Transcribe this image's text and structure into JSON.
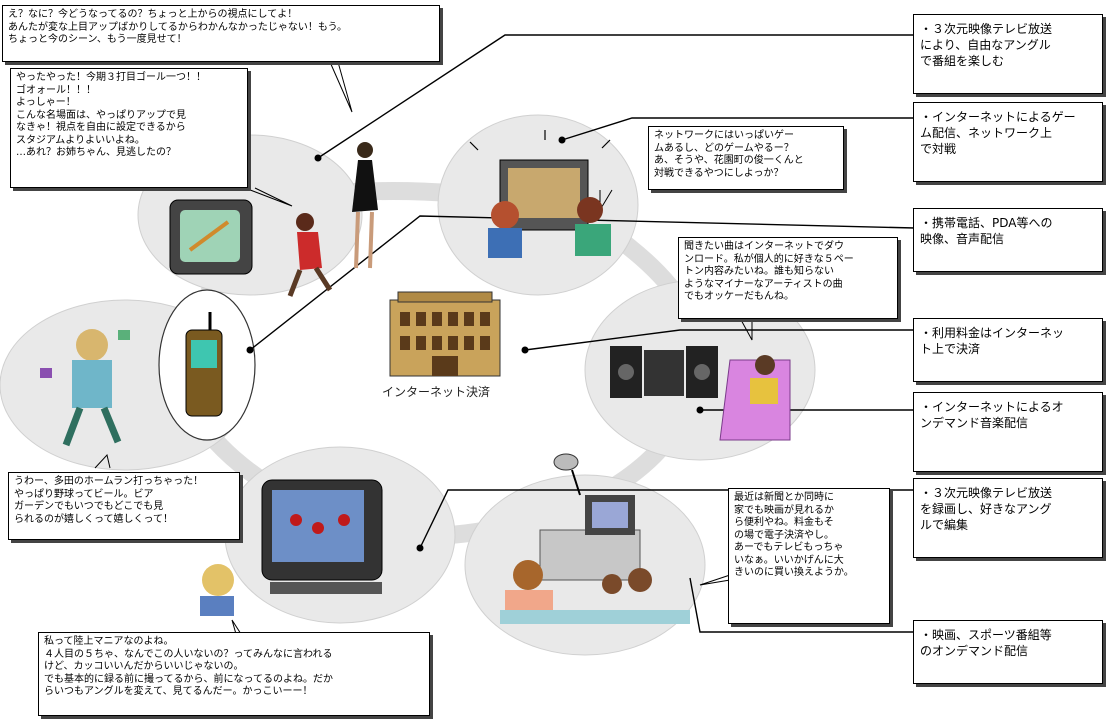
{
  "speech_bubbles": {
    "top": "え？なに？今どうなってるの？ちょっと上からの視点にしてよ！\nあんたが変な上目アップばかりしてるからわかんなかったじゃない！もう。\nちょっと今のシーン、もう一度見せて！",
    "goal": "やったやった！今期３打目ゴール一つ！！\nゴオォール！！！\nよっしゃー！\nこんな名場面は、やっぱりアップで見\nなきゃ！視点を自由に設定できるから\nスタジアムよりよいいよね。\n…あれ？お姉ちゃん、見逃したの？",
    "game": "ネットワークにはいっぱいゲー\nムあるし、どのゲームやるー？\nあ、そうや、花園町の俊一くんと\n対戦できるやつにしよっか？",
    "music": "聞きたい曲はインターネットでダウ\nンロード。私が個人的に好きな５ペー\nトン内容みたいね。誰も知らない\nようなマイナーなアーティストの曲\nでもオッケーだもんね。",
    "baseball": "うわー、多田のホームラン打っちゃった！\nやっぱり野球ってビール。ビア\nガーデンでもいつでもどこでも見\nられるのが嬉しくって嬉しくって！",
    "family": "最近は新聞とか同時に\n家でも映画が見れるか\nら便利やね。料金もそ\nの場で電子決済やし。\nあーでもテレビもっちゃ\nいなぁ。いいかげんに大\nきいのに買い換えようか。",
    "sports": "私って陸上マニアなのよね。\n４人目の５ちゃ、なんでこの人いないの？ってみんなに言われる\nけど、カッコいいんだからいいじゃないの。\nでも基本的に録る前に撮ってるから、前になってるのよね。だか\nらいつもアングルを変えて、見てるんだー。かっこいーー！"
  },
  "features": [
    "・３次元映像テレビ放送\nにより、自由なアングル\nで番組を楽しむ",
    "・インターネットによるゲー\nム配信、ネットワーク上\nで対戦",
    "・携帯電話、PDA等への\n映像、音声配信",
    "・利用料金はインターネッ\nト上で決済",
    "・インターネットによるオ\nンデマンド音楽配信",
    "・３次元映像テレビ放送\nを録画し、好きなアング\nルで編集",
    "・映画、スポーツ番組等\nのオンデマンド配信"
  ],
  "captions": {
    "settlement": "インターネット決済"
  },
  "colors": {
    "ellipse": "#e9e9e9",
    "line": "#000000"
  }
}
